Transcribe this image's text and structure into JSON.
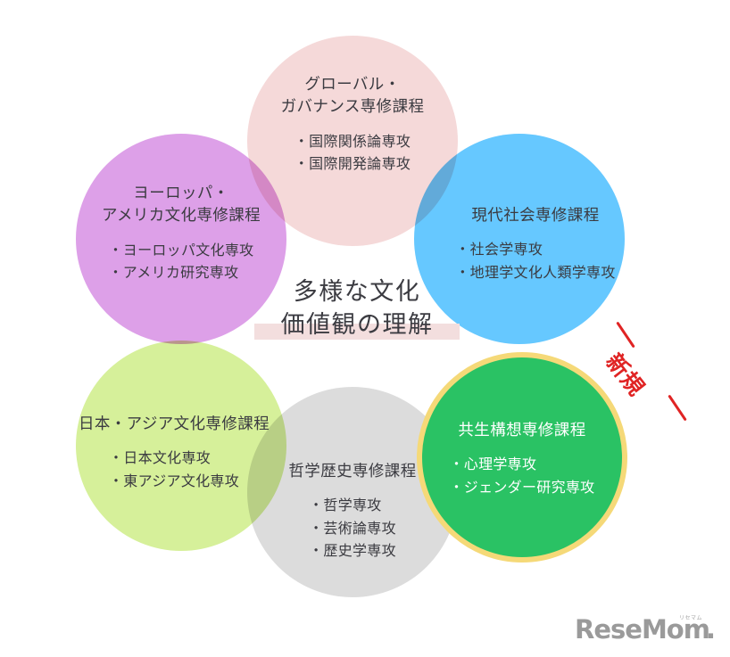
{
  "diagram": {
    "center_caption": {
      "line1": "多様な文化",
      "line2": "価値観の理解"
    },
    "new_badge": {
      "label": "新規"
    },
    "circles": [
      {
        "key": "global",
        "title": "グローバル・\nガバナンス専修課程",
        "title_line1": "グローバル・",
        "title_line2": "ガバナンス専修課程",
        "majors": [
          "・国際関係論専攻",
          "・国際開発論専攻"
        ],
        "color": "#f5d9d9",
        "text_color": "#3b3b41"
      },
      {
        "key": "euro-america",
        "title_line1": "ヨーロッパ・",
        "title_line2": "アメリカ文化専修課程",
        "majors": [
          "・ヨーロッパ文化専攻",
          "・アメリカ研究専攻"
        ],
        "color": "#dda0e8",
        "text_color": "#3b3b41"
      },
      {
        "key": "modern-society",
        "title_line1": "現代社会専修課程",
        "title_line2": "",
        "majors": [
          "・社会学専攻",
          "・地理学文化人類学専攻"
        ],
        "color": "#66c8ff",
        "text_color": "#3b3b41"
      },
      {
        "key": "japan-asia",
        "title_line1": "日本・アジア文化専修課程",
        "title_line2": "",
        "majors": [
          "・日本文化専攻",
          "・東アジア文化専攻"
        ],
        "color": "#d6f09a",
        "text_color": "#3b3b41"
      },
      {
        "key": "philosophy-history",
        "title_line1": "哲学歴史専修課程",
        "title_line2": "",
        "majors": [
          "・哲学専攻",
          "・芸術論専攻",
          "・歴史学専攻"
        ],
        "color": "#dcdcdc",
        "text_color": "#3b3b41"
      },
      {
        "key": "kyosei",
        "title_line1": "共生構想専修課程",
        "title_line2": "",
        "majors": [
          "・心理学専攻",
          "・ジェンダー研究専攻"
        ],
        "color": "#2ac264",
        "ring_color": "#f5d978",
        "text_color": "#ffffff",
        "is_new": true
      }
    ]
  },
  "logo": {
    "word": "ReseMom",
    "ruby": "リセマム",
    "dot": "."
  }
}
